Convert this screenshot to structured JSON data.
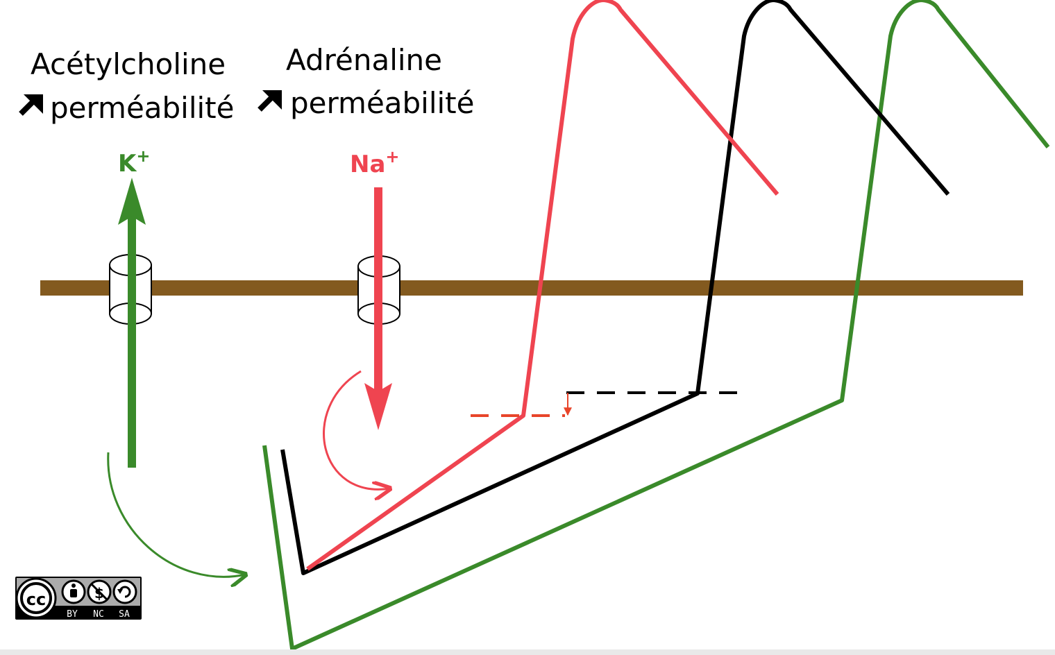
{
  "labels": {
    "acetylcholine": "Acétylcholine",
    "acetylcholine_effect": "perméabilité",
    "adrenaline": "Adrénaline",
    "adrenaline_effect": "perméabilité"
  },
  "ions": {
    "potassium": {
      "symbol": "K",
      "charge": "+"
    },
    "sodium": {
      "symbol": "Na",
      "charge": "+"
    }
  },
  "license": {
    "symbol": "cc",
    "terms": [
      "BY",
      "NC",
      "SA"
    ]
  },
  "colors": {
    "acetylcholine_curve": "#3a8a2a",
    "adrenaline_curve": "#ef4450",
    "baseline_curve": "#000000",
    "membrane": "#835a1f",
    "threshold_lowered": "#e8452a"
  }
}
